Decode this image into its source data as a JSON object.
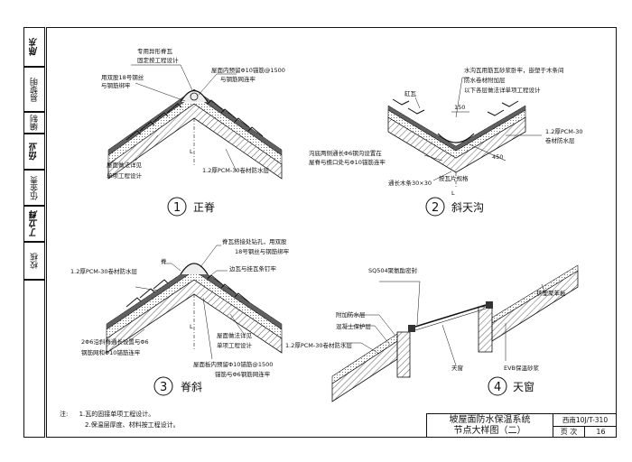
{
  "sidebar": {
    "signature_1": "陈东",
    "reviewer_label": "易黎明",
    "signature_2": "伍业",
    "designer_label": "伍金贵",
    "signature_3": "丁立辉",
    "checker_label": "校核",
    "editor_label": "编制"
  },
  "details": {
    "d1": {
      "number": "1",
      "name": "正脊",
      "labels": {
        "ridge_tile": "专用异形脊瓦",
        "ridge_tile_2": "固定按工程设计",
        "wire": "用双股18号钢丝",
        "wire_2": "与钢筋绑牢",
        "rebar": "屋面内预留Φ10锚筋@1500",
        "rebar_2": "与钢筋网连牢",
        "see_note": "屋面做法详见",
        "see_note_2": "单项工程设计",
        "membrane": "1.2厚PCM-30卷材防水层",
        "L": "L"
      }
    },
    "d2": {
      "number": "2",
      "name": "斜天沟",
      "labels": {
        "gutter": "水沟瓦用筋瓦砂浆卧牢，嵌塑于木条间",
        "gutter_2": "防水卷材附加层",
        "gutter_3": "以下各层做法详单项工程设计",
        "cover_tile": "缸瓦",
        "dim_150": "150",
        "dim_450": "450",
        "membrane": "1.2厚PCM-30",
        "membrane_2": "卷材防水层",
        "ditch": "沟底两侧通长Φ6钢沟设置在",
        "ditch_2": "屋脊与檐口处与Φ10锚筋连牢",
        "batten": "通长木条30×30",
        "tile_note": "按瓦片规格",
        "L": "L"
      }
    },
    "d3": {
      "number": "3",
      "name": "脊斜",
      "labels": {
        "ridge": "脊",
        "ridge_joint": "脊瓦搭接处钻孔，用双股",
        "ridge_joint_2": "18号钢丝与钢筋绑牢",
        "edge": "边瓦与挂瓦条钉牢",
        "membrane": "1.2厚PCM-30卷材防水层",
        "see_note": "屋面做法详见",
        "see_note_2": "单项工程设计",
        "rebar_a": "2Φ6沿斜脊通长设置与Φ6",
        "rebar_a_2": "钢筋网和Φ10锚筋连牢",
        "rebar_b": "屋面板内预留Φ10锚筋@1500",
        "rebar_b_2": "锚筋与Φ6钢筋网连牢",
        "L": "L"
      }
    },
    "d4": {
      "number": "4",
      "name": "天窗",
      "labels": {
        "sealant": "SQ504聚氨酯密封",
        "extra": "附加防水层",
        "protect": "混凝土保护层",
        "membrane": "1.2厚PCM-30卷材防水层",
        "skylight": "天窗",
        "board": "挤塑聚苯板",
        "mortar": "EVB保温砂浆"
      }
    }
  },
  "notes": {
    "heading": "注:",
    "n1": "1.瓦的固接单项工程设计。",
    "n2": "2.保温层厚度、材料按工程设计。"
  },
  "title_block": {
    "title_1": "坡屋面防水保温系统",
    "title_2": "节点大样图（二）",
    "code": "西南10J/T-310",
    "page_label": "页 次",
    "page_value": "16"
  }
}
